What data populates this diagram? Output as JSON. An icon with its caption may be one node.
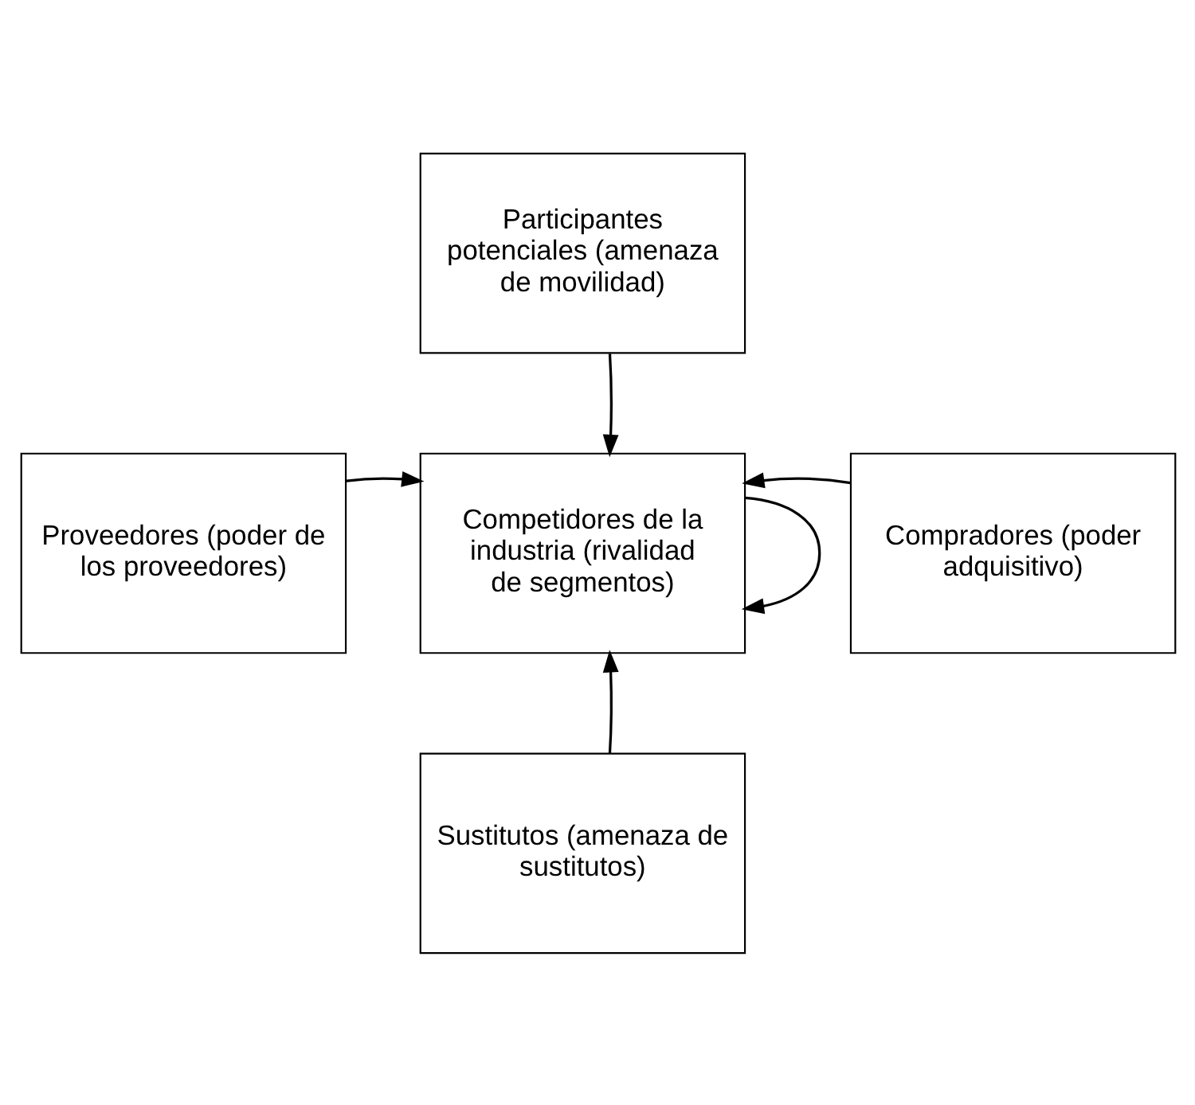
{
  "diagram": {
    "nodes": [
      {
        "text": [
          "Participantes potenciales (amenaza de movilidad)"
        ]
      },
      {
        "text": [
          "Proveedores (poder de los proveedores)"
        ]
      },
      {
        "text": [
          "Competidores de la industria (rivalidad de segmentos)"
        ]
      },
      {
        "text": [
          "Compradores (poder adquisitivo)"
        ]
      },
      {
        "text": [
          "Sustitutos (amenaza de sustitutos)"
        ]
      }
    ],
    "edges": [
      {
        "from": 0,
        "to": 2,
        "arrow": "to"
      },
      {
        "from": 1,
        "to": 2,
        "arrow": "to"
      },
      {
        "from": 3,
        "to": 2,
        "arrow": "to"
      },
      {
        "from": 4,
        "to": 2,
        "arrow": "to"
      },
      {
        "from": 2,
        "to": 2,
        "arrow": "to"
      }
    ]
  }
}
